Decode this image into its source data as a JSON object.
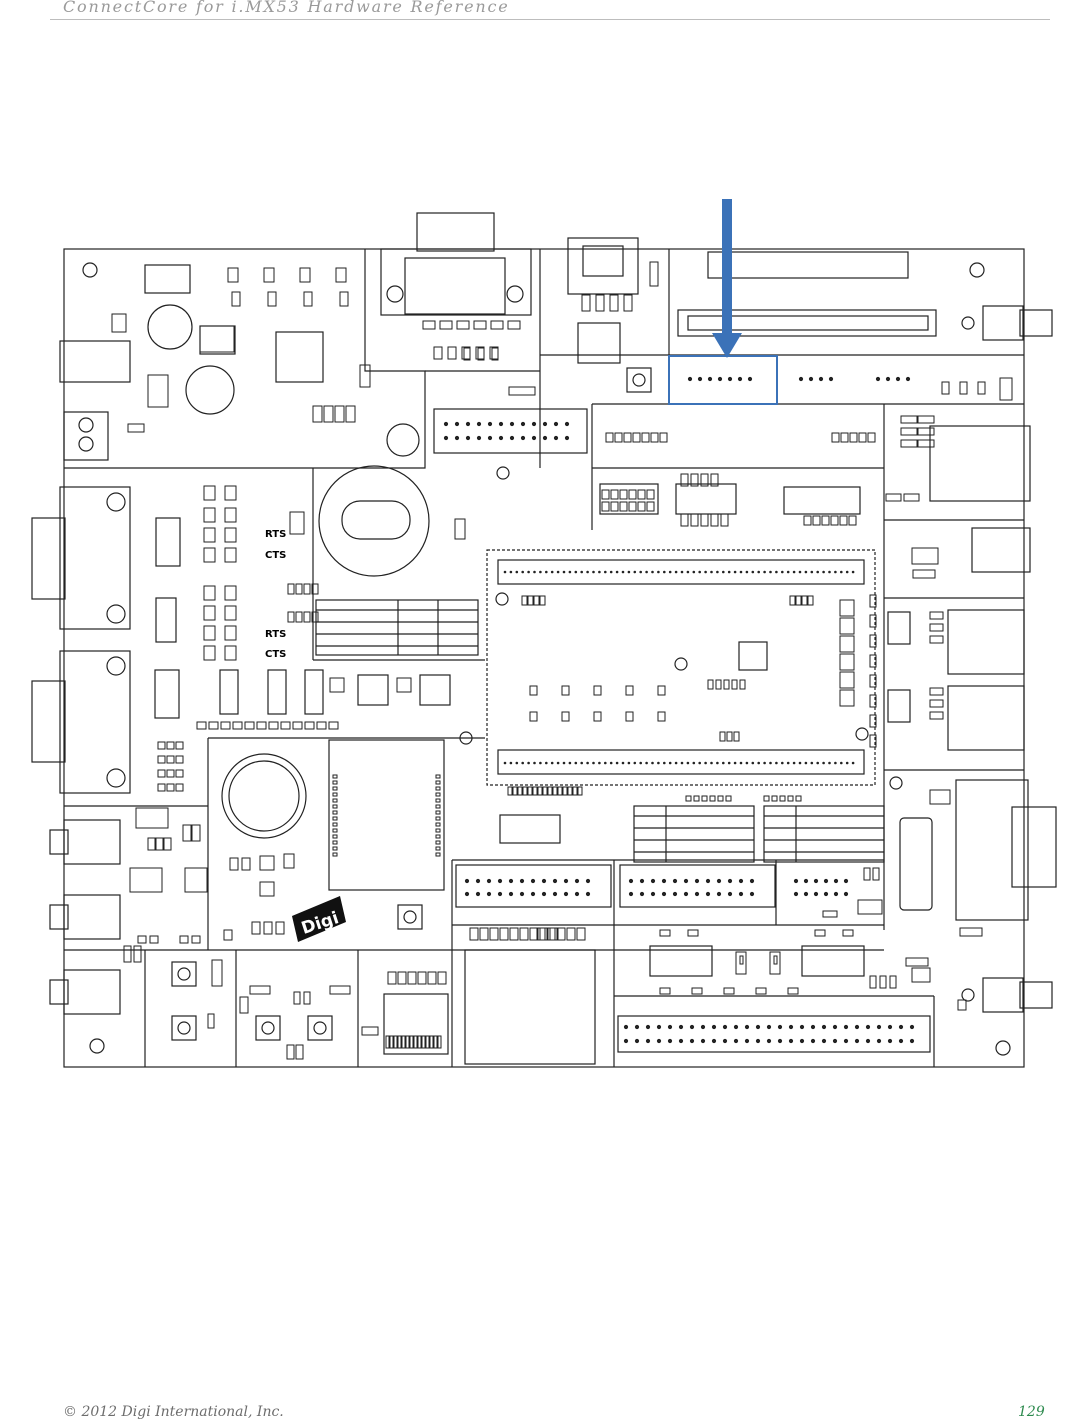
{
  "page": {
    "header": "ConnectCore for i.MX53 Hardware Reference",
    "footer_copyright": "© 2012 Digi International, Inc.",
    "page_number": "129"
  },
  "board": {
    "logo_text": "Digi",
    "labels": {
      "rts_1": "RTS",
      "cts_1": "CTS",
      "rts_2": "RTS",
      "cts_2": "CTS"
    }
  },
  "colors": {
    "highlight": "#3b72b8",
    "line": "#222222"
  }
}
